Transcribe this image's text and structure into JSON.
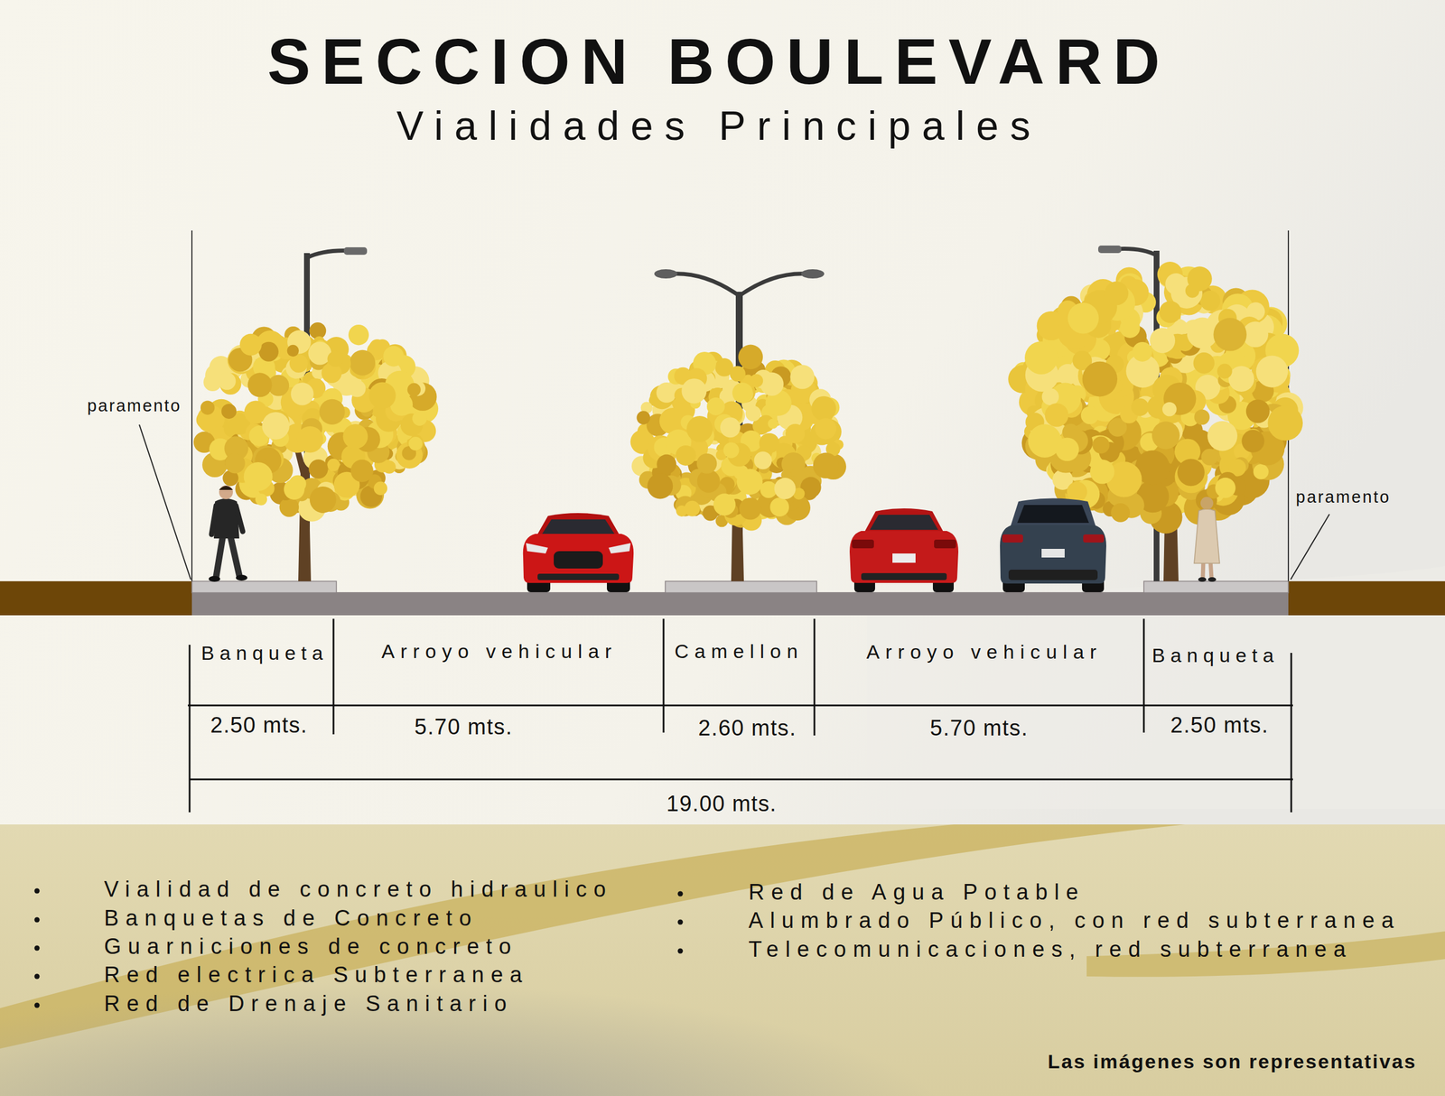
{
  "diagram": {
    "title": "SECCION BOULEVARD",
    "labels": [
      "Vialidades Principales",
      "paramento",
      "paramento",
      "Banqueta",
      "Arroyo vehicular",
      "Camellon",
      "Arroyo vehicular",
      "Banqueta",
      "2.50 mts.",
      "5.70 mts.",
      "2.60 mts.",
      "5.70 mts.",
      "2.50 mts.",
      "19.00 mts.",
      "Vialidad de concreto hidraulico",
      "Banquetas de Concreto",
      "Guarniciones de concreto",
      "Red electrica Subterranea",
      "Red de Drenaje Sanitario",
      "Red de Agua Potable",
      "Alumbrado Público, con red subterranea",
      "Telecomunicaciones, red subterranea",
      "Las imágenes son representativas"
    ]
  }
}
